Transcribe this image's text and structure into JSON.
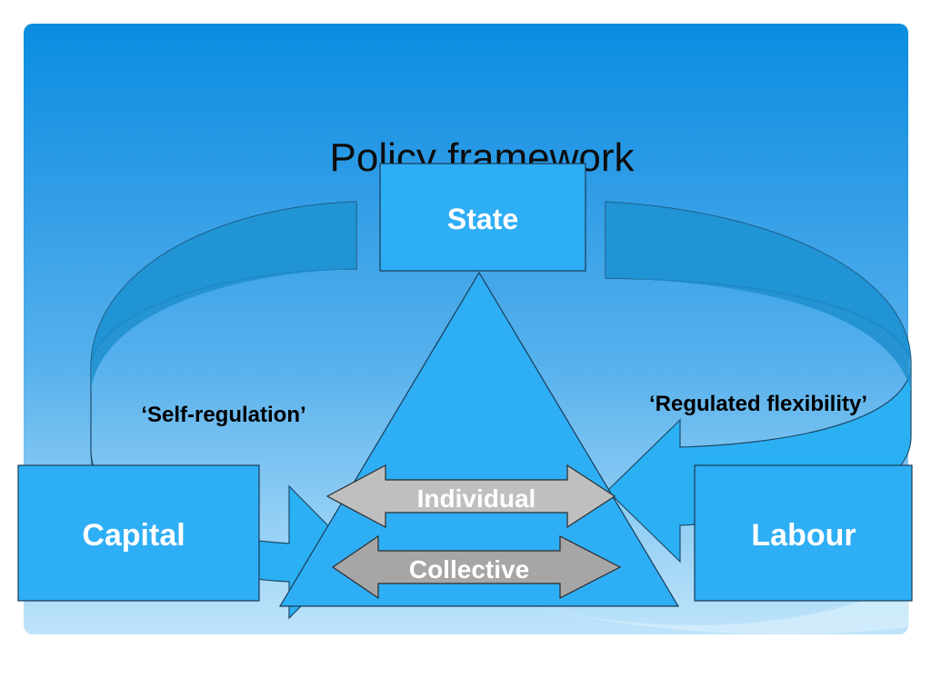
{
  "title": "Policy framework",
  "nodes": {
    "state": "State",
    "capital": "Capital",
    "labour": "Labour"
  },
  "arrows": {
    "individual": "Individual",
    "collective": "Collective"
  },
  "annotations": {
    "self_regulation": "‘Self-regulation’",
    "regulated_flexibility": "‘Regulated flexibility’"
  },
  "colors": {
    "box_fill": "#2eaef5",
    "box_stroke": "#1a3b55",
    "individual_arrow": "#bfbfbf",
    "collective_arrow": "#a6a6a6"
  }
}
